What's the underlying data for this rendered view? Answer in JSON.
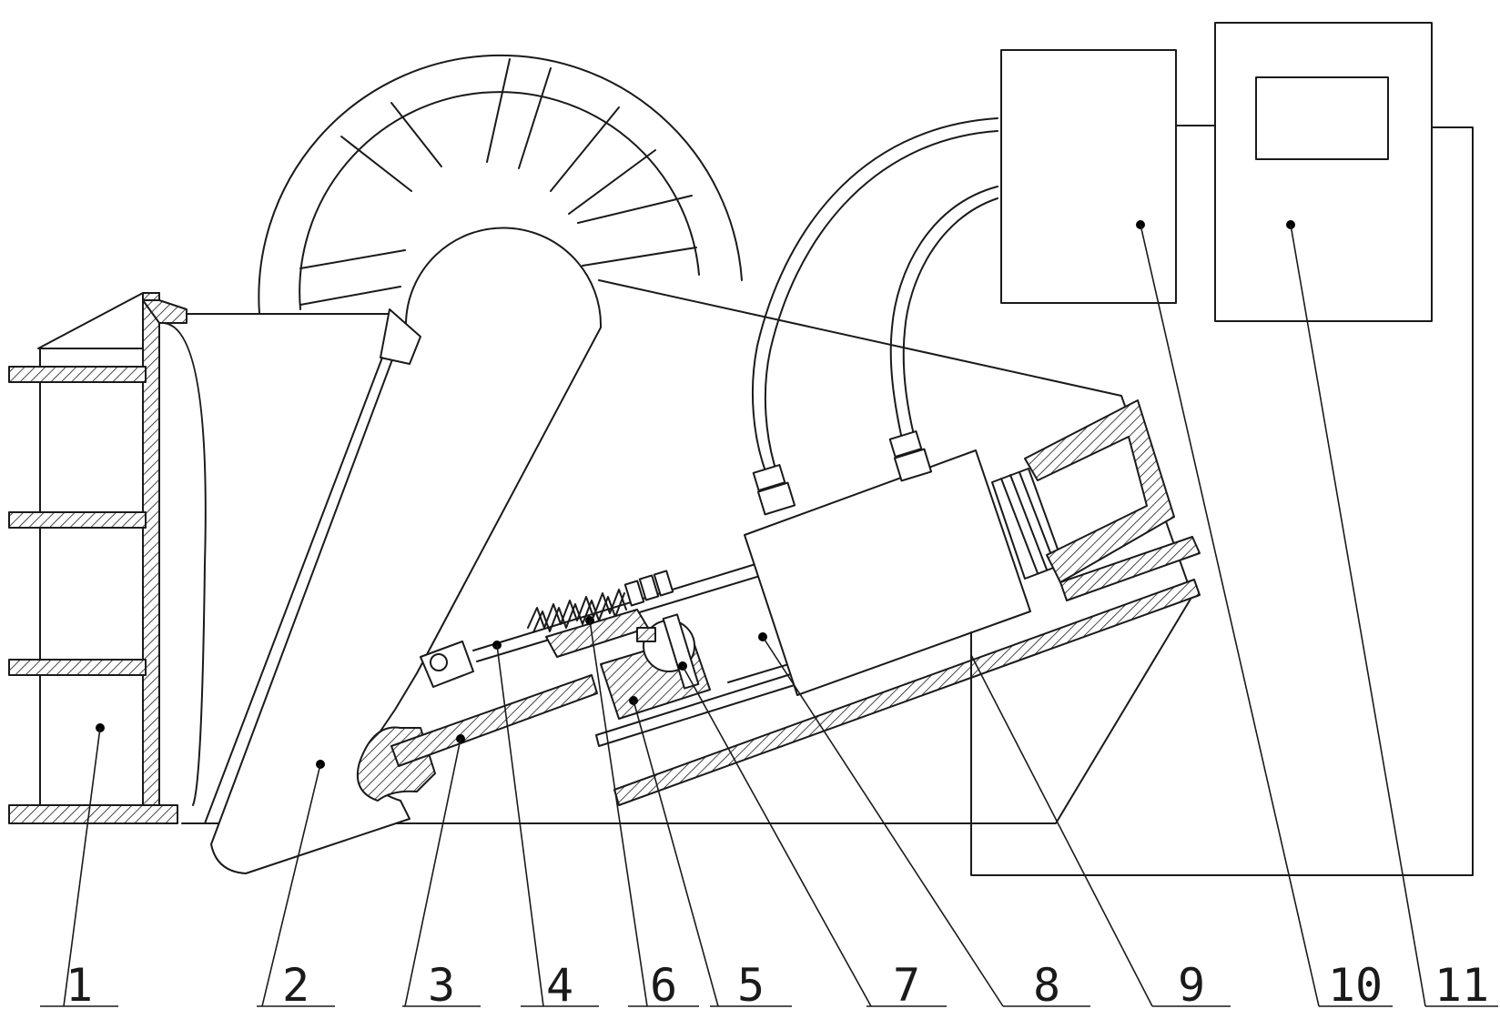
{
  "parts": [
    {
      "id": "1",
      "label": "1"
    },
    {
      "id": "2",
      "label": "2"
    },
    {
      "id": "3",
      "label": "3"
    },
    {
      "id": "4",
      "label": "4"
    },
    {
      "id": "6",
      "label": "6"
    },
    {
      "id": "5",
      "label": "5"
    },
    {
      "id": "7",
      "label": "7"
    },
    {
      "id": "8",
      "label": "8"
    },
    {
      "id": "9",
      "label": "9"
    },
    {
      "id": "10",
      "label": "10"
    },
    {
      "id": "11",
      "label": "11"
    }
  ],
  "colors": {
    "line": "#1a1a1a",
    "background": "#ffffff"
  }
}
